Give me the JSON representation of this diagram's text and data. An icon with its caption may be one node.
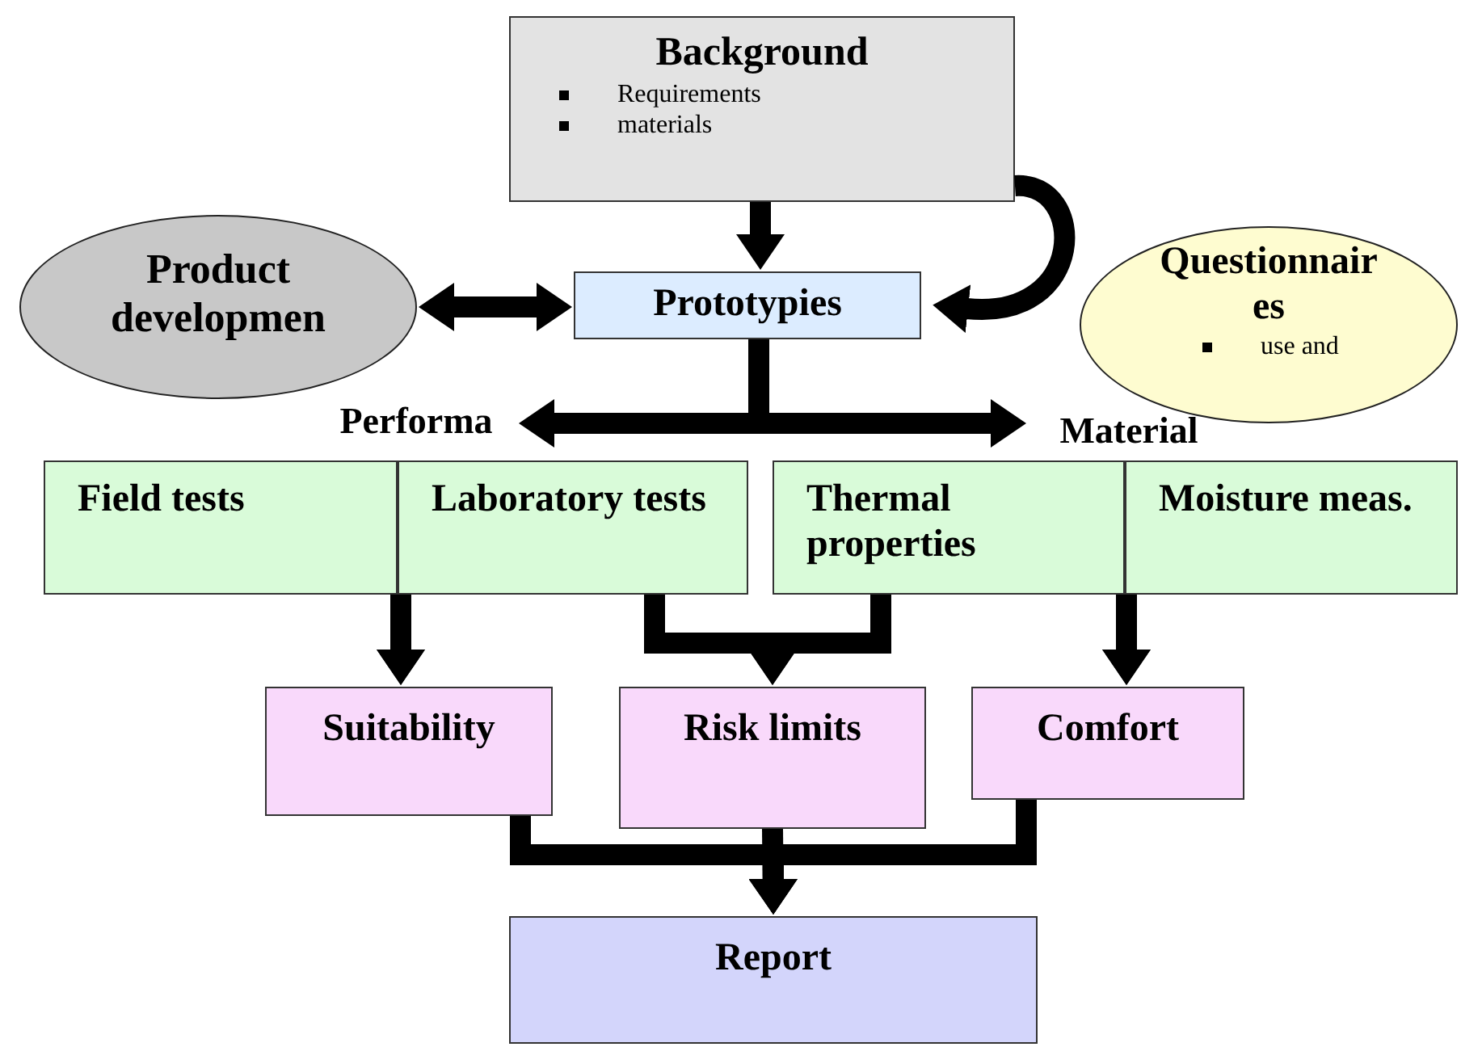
{
  "diagram": {
    "nodes": [
      {
        "text": [
          "Background",
          "Requirements",
          "materials"
        ]
      },
      {
        "text": [
          "Product developmen"
        ]
      },
      {
        "text": [
          "Prototypies"
        ]
      },
      {
        "text": [
          "Questionnair es",
          "use and"
        ]
      },
      {
        "text": [
          "Performa"
        ]
      },
      {
        "text": [
          "Material"
        ]
      },
      {
        "text": [
          "Field  tests"
        ]
      },
      {
        "text": [
          "Laboratory tests"
        ]
      },
      {
        "text": [
          "Thermal properties"
        ]
      },
      {
        "text": [
          "Moisture meas."
        ]
      },
      {
        "text": [
          "Suitability"
        ]
      },
      {
        "text": [
          "Risk limits"
        ]
      },
      {
        "text": [
          "Comfort"
        ]
      },
      {
        "text": [
          "Report"
        ]
      }
    ],
    "edges": [
      {
        "from": 0,
        "to": 2,
        "arrow": "to"
      },
      {
        "from": 1,
        "to": 2,
        "arrow": "both"
      },
      {
        "from": 0,
        "to": 2,
        "arrow": "to"
      },
      {
        "from": 2,
        "to": 4,
        "arrow": "to"
      },
      {
        "from": 2,
        "to": 5,
        "arrow": "to"
      },
      {
        "from": 6,
        "to": 10,
        "arrow": "to"
      },
      {
        "from": 7,
        "to": 10,
        "arrow": "to"
      },
      {
        "from": 7,
        "to": 11,
        "arrow": "to"
      },
      {
        "from": 8,
        "to": 11,
        "arrow": "to"
      },
      {
        "from": 8,
        "to": 12,
        "arrow": "to"
      },
      {
        "from": 9,
        "to": 12,
        "arrow": "to"
      },
      {
        "from": 10,
        "to": 13,
        "arrow": "to"
      },
      {
        "from": 11,
        "to": 13,
        "arrow": "to"
      },
      {
        "from": 12,
        "to": 13,
        "arrow": "to"
      }
    ]
  }
}
